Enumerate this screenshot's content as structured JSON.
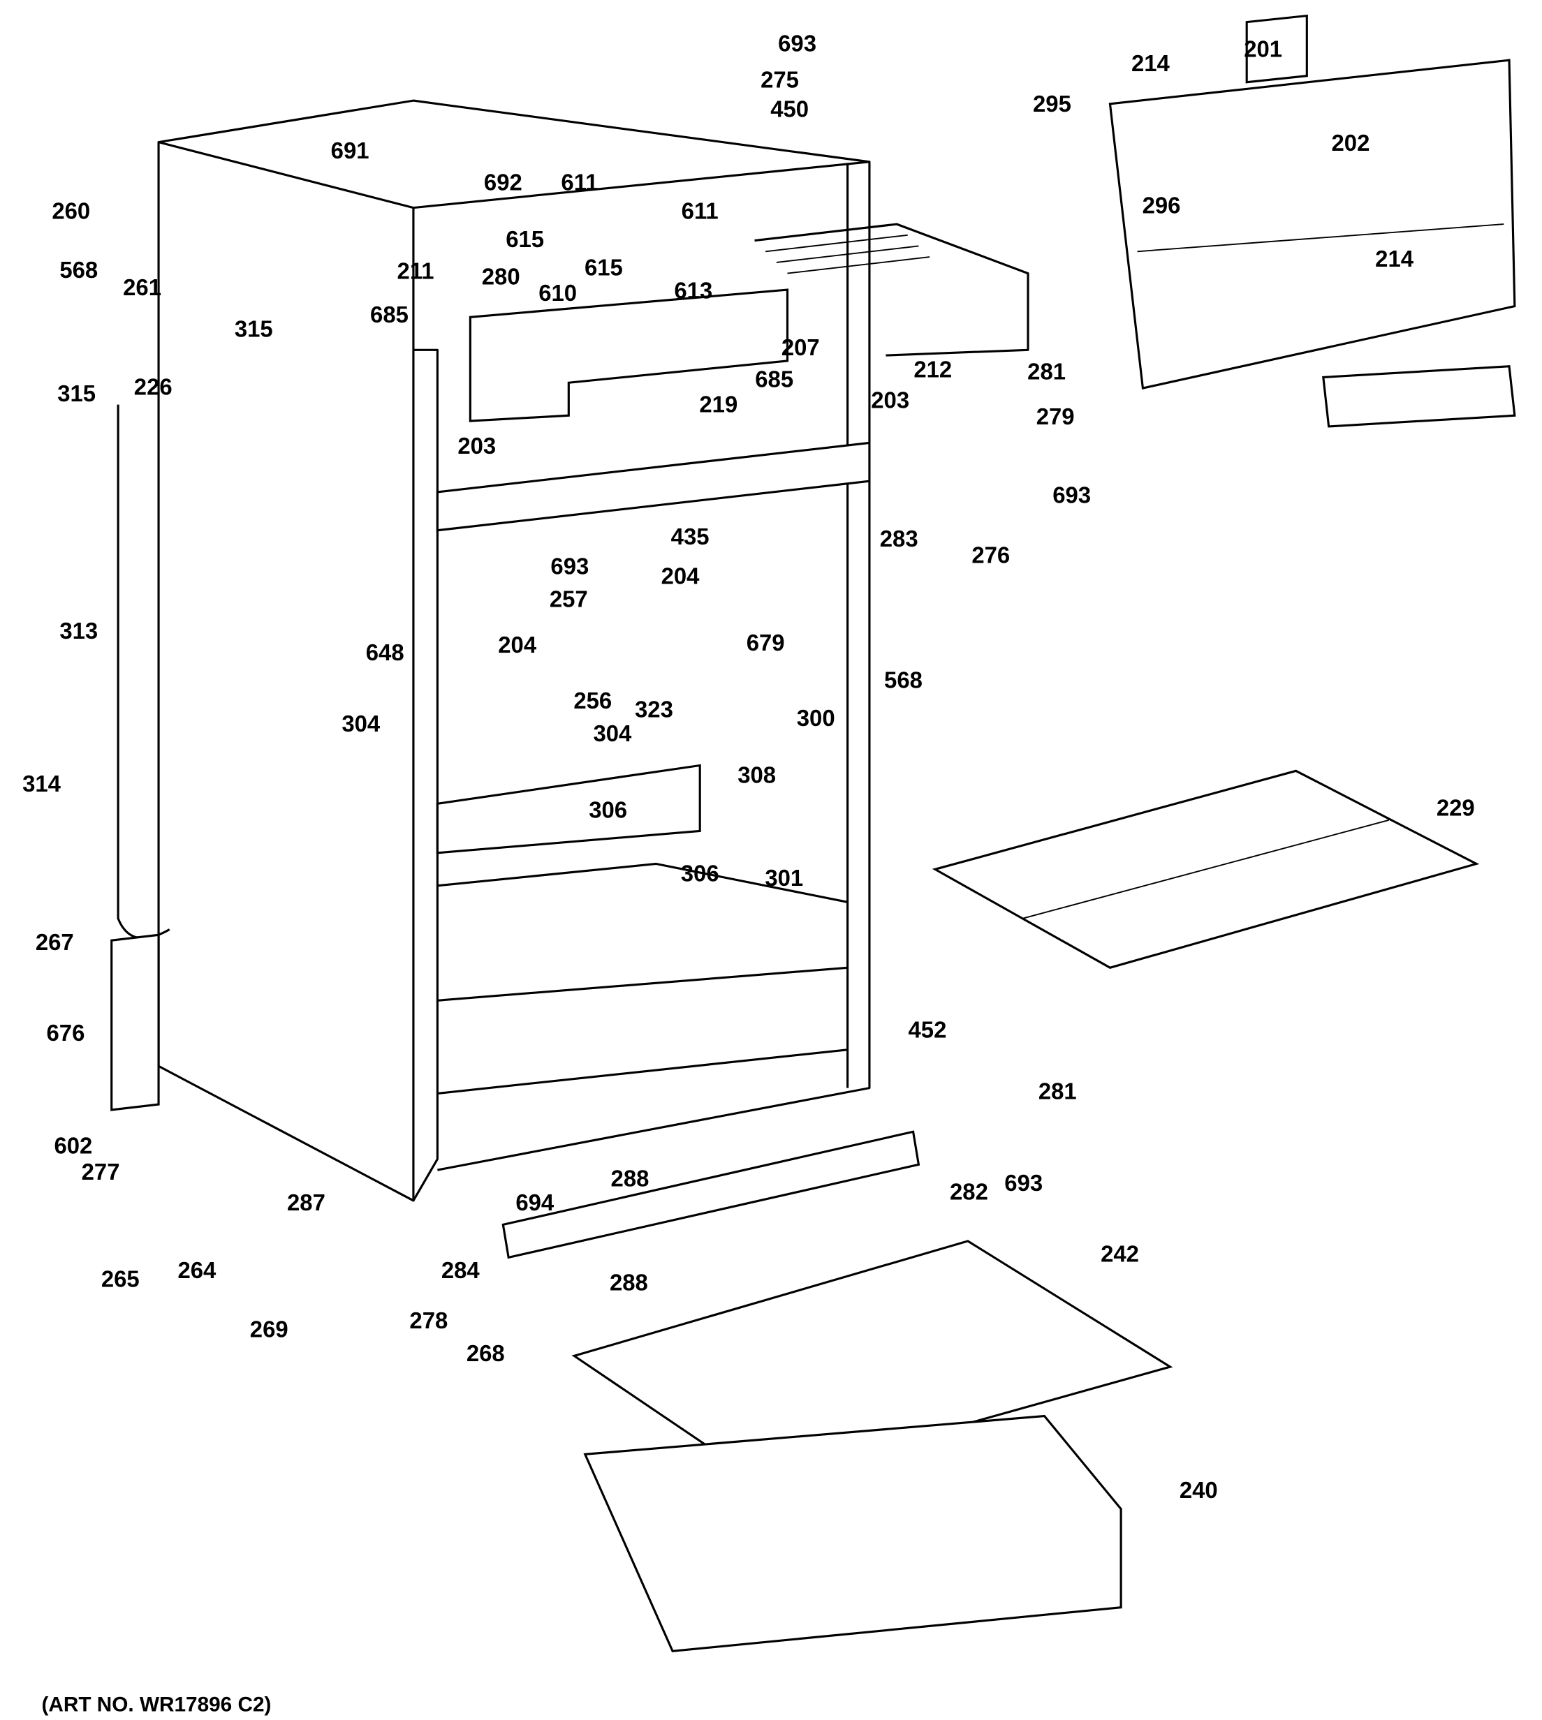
{
  "diagram": {
    "art_number": "(ART NO. WR17896 C2)",
    "part_labels": [
      "693",
      "275",
      "450",
      "201",
      "214",
      "295",
      "202",
      "296",
      "214",
      "691",
      "692",
      "611",
      "611",
      "260",
      "615",
      "615",
      "610",
      "613",
      "211",
      "280",
      "685",
      "568",
      "261",
      "315",
      "315",
      "226",
      "207",
      "685",
      "212",
      "281",
      "279",
      "219",
      "203",
      "203",
      "693",
      "283",
      "276",
      "435",
      "204",
      "693",
      "257",
      "204",
      "679",
      "568",
      "300",
      "313",
      "648",
      "256",
      "323",
      "304",
      "304",
      "308",
      "314",
      "306",
      "306",
      "301",
      "229",
      "267",
      "452",
      "281",
      "676",
      "602",
      "277",
      "693",
      "282",
      "288",
      "694",
      "287",
      "265",
      "264",
      "284",
      "288",
      "242",
      "269",
      "278",
      "268",
      "240"
    ]
  }
}
